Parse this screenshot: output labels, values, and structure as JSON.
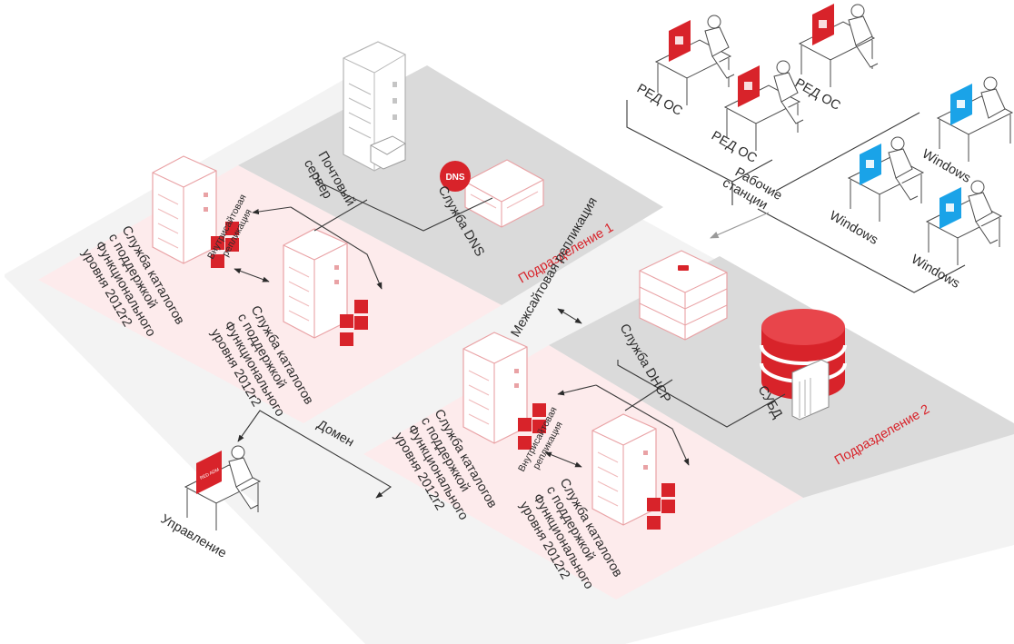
{
  "labels": {
    "mail_server": [
      "Почтовый",
      "сервер"
    ],
    "dns_service": "Служба DNS",
    "dns_badge": "DNS",
    "subdivision_1": "Подразделение 1",
    "subdivision_2": "Подразделение 2",
    "intersite_replication": "Межсайтовая репликация",
    "intrasite_replication": [
      "Внутрисайтовая",
      "репликация"
    ],
    "directory_service": [
      "Служба каталогов",
      "с поддержкой",
      "Функционального",
      "уровня 2012r2"
    ],
    "dhcp_service": "Служба DHCP",
    "dbms": "СУБД",
    "domain": "Домен",
    "management": "Управление",
    "workstations": [
      "Рабочие",
      "станции"
    ],
    "red_os": "РЕД ОС",
    "windows": "Windows",
    "admin_screen": "RED ADM"
  },
  "colors": {
    "brand_red": "#d8232a",
    "windows_blue": "#1aa3e8",
    "floor": "#f3f3f3",
    "zone_grey": "#dadada",
    "zone_pink": "#fdebec"
  }
}
